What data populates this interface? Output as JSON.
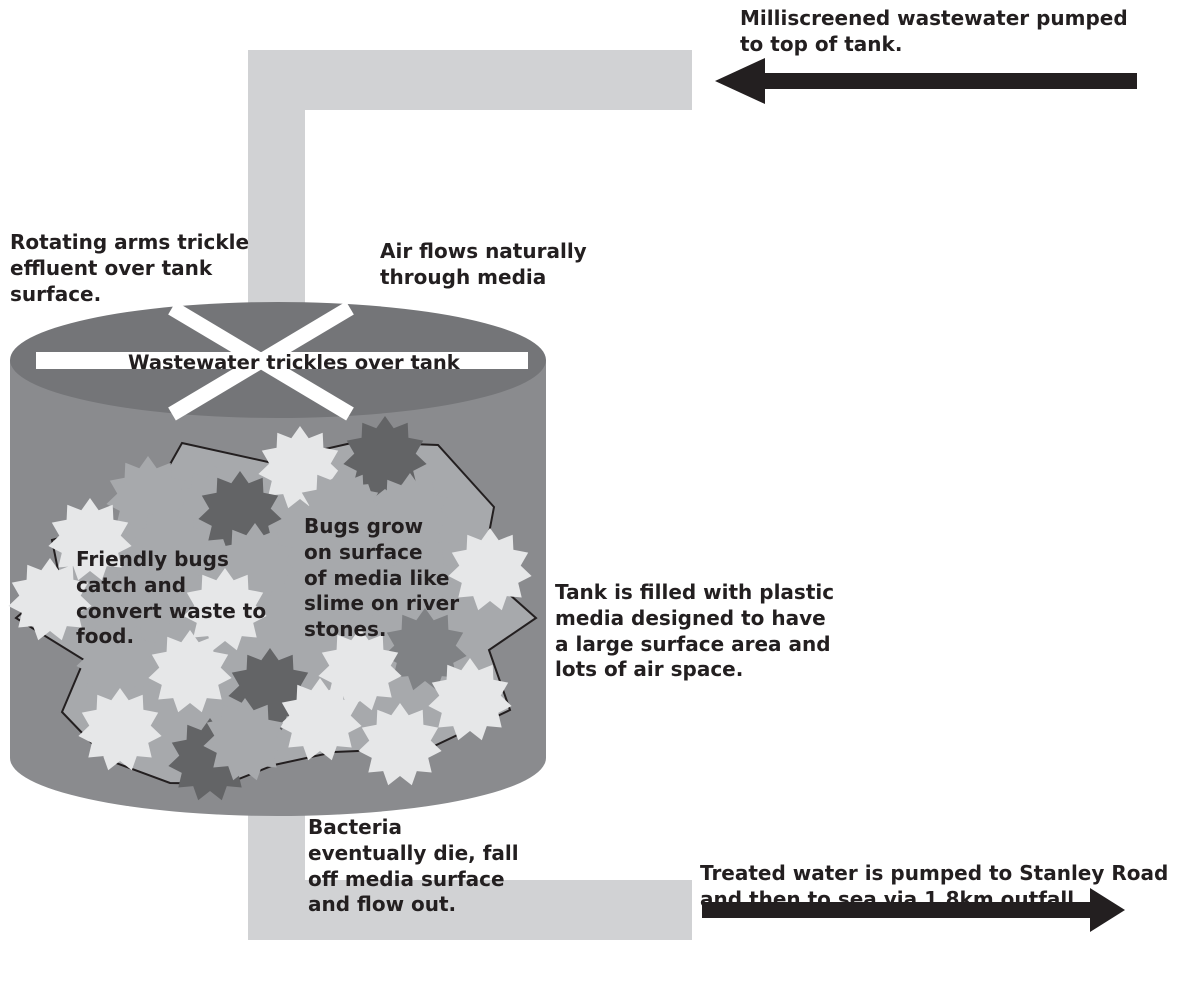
{
  "labels": {
    "inlet": "Milliscreened wastewater pumped\nto top of  tank.",
    "arms": "Rotating arms trickle\neffluent over tank\nsurface.",
    "air": "Air flows naturally\nthrough media",
    "trickle": "Wastewater trickles over tank",
    "friendly_bugs": "Friendly bugs\ncatch and\nconvert waste to\nfood.",
    "bugs_grow": "Bugs grow\non surface\nof media like\nslime on river\nstones.",
    "tank_media": "Tank is filled with plastic\nmedia designed to have\na large surface area and\nlots of air space.",
    "bacteria": "Bacteria\neventually die, fall\noff media surface\nand flow out.",
    "treated": "Treated water is pumped to Stanley Road\nand then to sea via 1.8km outfall."
  },
  "colors": {
    "pipe": "#d1d2d4",
    "tank_body": "#8a8b8e",
    "tank_top": "#747578",
    "arrow": "#231f20",
    "media_light": "#e6e7e8",
    "media_mid": "#a7a9ac",
    "media_dark": "#636466",
    "media_darker": "#808285",
    "text": "#231f20"
  }
}
